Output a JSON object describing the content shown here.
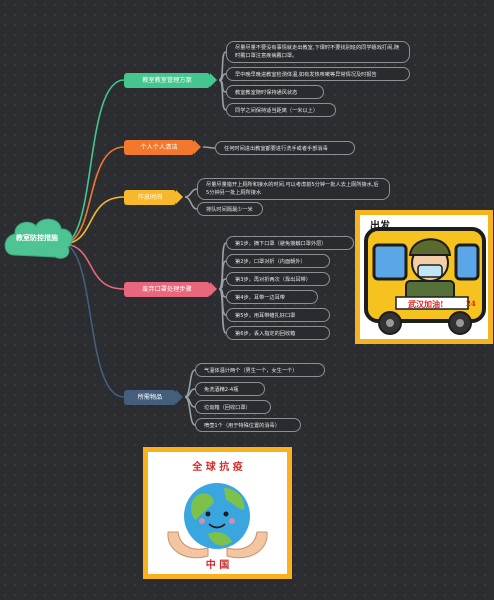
{
  "root": {
    "label": "教室防控措施"
  },
  "colors": {
    "green": "#45c68f",
    "orange": "#f2782e",
    "yellow": "#f7b82c",
    "pink": "#e9677d",
    "slate": "#445e7c"
  },
  "branches": [
    {
      "label": "教室教室管理方案",
      "color": "#45c68f",
      "leaves": [
        "尽量尽量不要没有事情就走出教室,下课时不要找别班的同学嬉戏打闹,随时戴口罩注意疾病戴口罩。",
        "早中晚早晚进教室检测体温,如有发热咳嗽等异常情况及时报告",
        "教室教室随时保持通风状态",
        "同学之间保持适当距离（一米以上）"
      ]
    },
    {
      "label": "个人个人清洁",
      "color": "#f2782e",
      "leaves": [
        "任何时间进出教室都要进行洗手或者手部消毒"
      ]
    },
    {
      "label": "作息时间",
      "color": "#f7b82c",
      "leaves": [
        "尽量尽量错开上厕所和接水的时间,可以考虑前5分钟一批人去上厕所接水,后5分钟另一批上厕所接水",
        "排队时间隔最少一米"
      ]
    },
    {
      "label": "废弃口罩处理步骤",
      "color": "#e9677d",
      "leaves": [
        "第1步，摘下口罩（避免接触口罩外层）",
        "第2步，口罩对折（内面朝外）",
        "第3步，再对折两次（靠出耳带）",
        "第4步，耳带一边耳带",
        "第5步，用耳带缠扎好口罩",
        "第6步，丢入指定的回收箱"
      ]
    },
    {
      "label": "所需物品",
      "color": "#445e7c",
      "leaves": [
        "气温体温计两个（男生一个，女生一个）",
        "免洗酒精2-4瓶",
        "垃圾箱（回收口罩）",
        "喷壶1个（用于特殊位置的消毒）"
      ]
    }
  ],
  "images": {
    "bus": {
      "top_text": "出发",
      "banner": "武汉加油!",
      "number": "24",
      "icon": "school-bus-icon"
    },
    "earth": {
      "title": "全 球 抗 疫",
      "bottom": "中 国",
      "icon": "smiling-earth-icon"
    }
  }
}
